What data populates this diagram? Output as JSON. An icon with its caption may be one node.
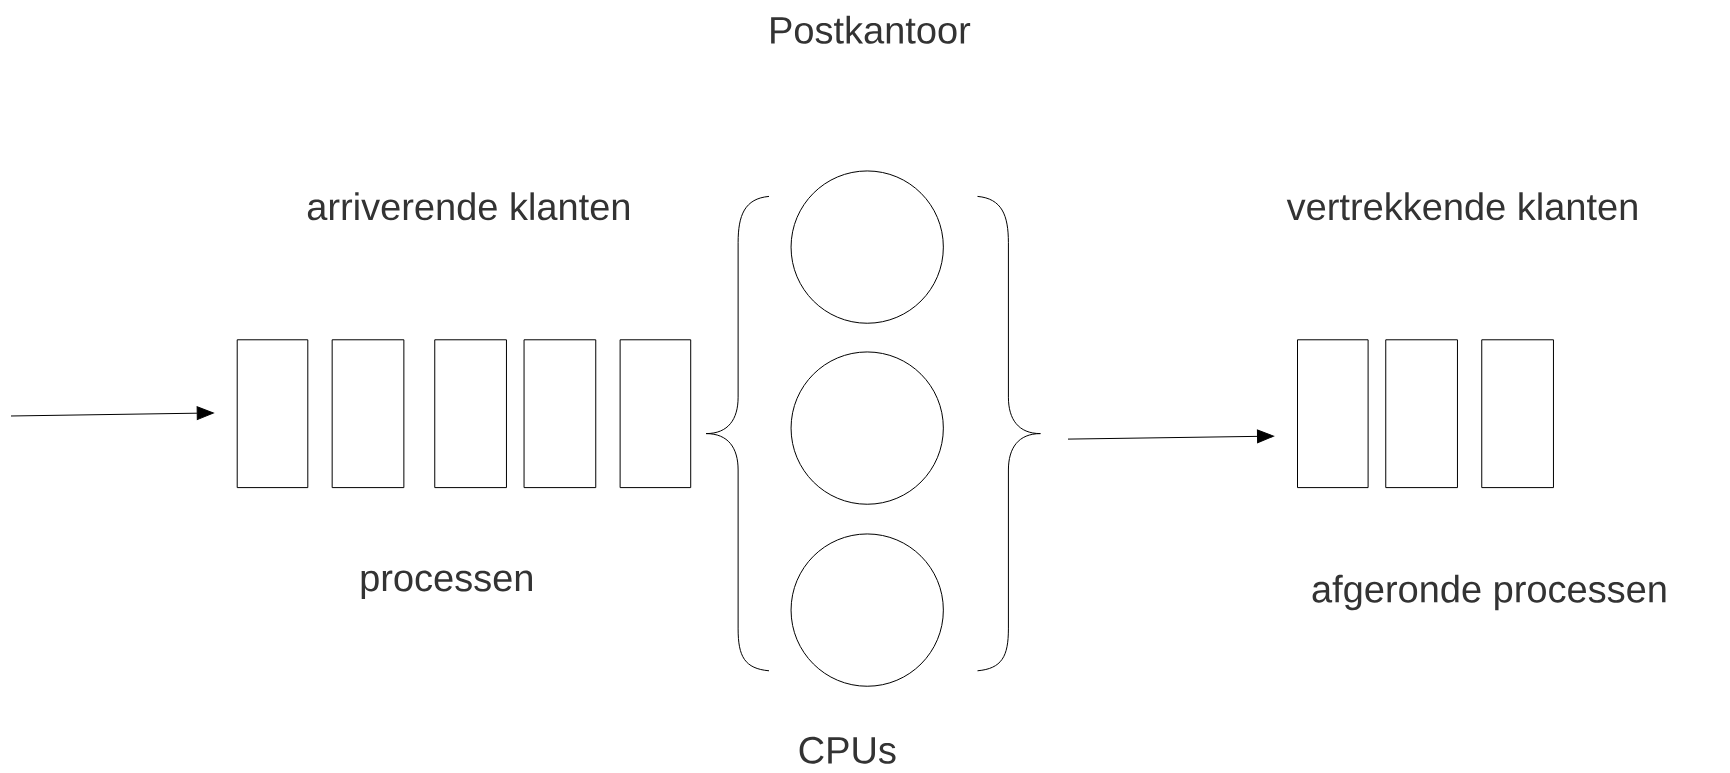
{
  "diagram": {
    "title": "Postkantoor",
    "nodes": [
      {
        "text": [],
        "shape": "box"
      },
      {
        "text": [],
        "shape": "box"
      },
      {
        "text": [],
        "shape": "box"
      },
      {
        "text": [],
        "shape": "box"
      },
      {
        "text": [],
        "shape": "box"
      },
      {
        "text": [],
        "shape": "circle"
      },
      {
        "text": [],
        "shape": "circle"
      },
      {
        "text": [],
        "shape": "circle"
      },
      {
        "text": [],
        "shape": "box"
      },
      {
        "text": [],
        "shape": "box"
      },
      {
        "text": [],
        "shape": "box"
      }
    ],
    "edges": [
      {
        "from": null,
        "to": 0,
        "arrow": "to"
      },
      {
        "from": null,
        "to": 8,
        "arrow": "to"
      }
    ],
    "labels": [
      "arriverende klanten",
      "vertrekkende klanten",
      "processen",
      "afgeronde processen",
      "CPUs"
    ]
  }
}
